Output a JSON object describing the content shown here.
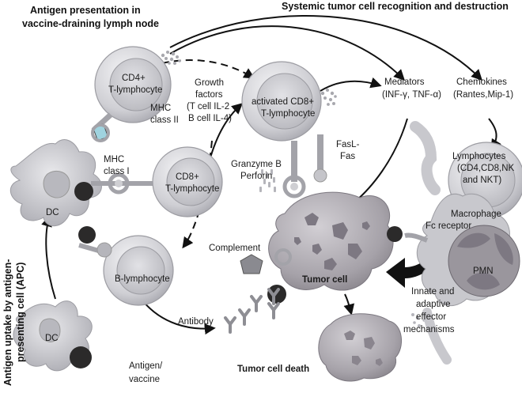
{
  "headers": {
    "lymph_node": [
      "Antigen presentation in",
      "vaccine-draining lymph node"
    ],
    "systemic": "Systemic tumor cell recognition and destruction",
    "apc_side": [
      "Antigen uptake by antigen-",
      "presenting cell (APC)"
    ]
  },
  "cells": {
    "cd4": [
      "CD4+",
      "T-lymphocyte"
    ],
    "cd8": [
      "CD8+",
      "T-lymphocyte"
    ],
    "activated_cd8": [
      "activated CD8+",
      "T-lymphocyte"
    ],
    "b_cell": "B-lymphocyte",
    "dc_top": "DC",
    "dc_bottom": "DC",
    "tumor": "Tumor cell",
    "lymphocytes": [
      "Lymphocytes",
      "(CD4,CD8,NK",
      "and NKT)"
    ],
    "macrophage": "Macrophage",
    "pmn": "PMN"
  },
  "labels": {
    "mhc2": [
      "MHC",
      "class II"
    ],
    "mhc1": [
      "MHC",
      "class I"
    ],
    "growth_factors": [
      "Growth",
      "factors",
      "(T cell IL-2",
      "B cell IL-4)"
    ],
    "mediators": [
      "Mediators",
      "(INF-γ, TNF-α)"
    ],
    "chemokines": [
      "Chemokines",
      "(Rantes,Mip-1)"
    ],
    "fasl": [
      "FasL-",
      "Fas"
    ],
    "granzyme": [
      "Granzyme B",
      "Perforin"
    ],
    "fc_receptor": "Fc receptor",
    "complement": "Complement",
    "antibody": "Antibody",
    "effector": [
      "Innate and",
      "adaptive",
      "effector",
      "mechanisms"
    ],
    "antigen": [
      "Antigen/",
      "vaccine"
    ],
    "tumor_death": "Tumor cell death"
  },
  "colors": {
    "cell_fill": "#d4d4d8",
    "cell_inner": "#bcbcc2",
    "tumor": "#a7a3aa",
    "dark_ball": "#2b2a2a"
  }
}
